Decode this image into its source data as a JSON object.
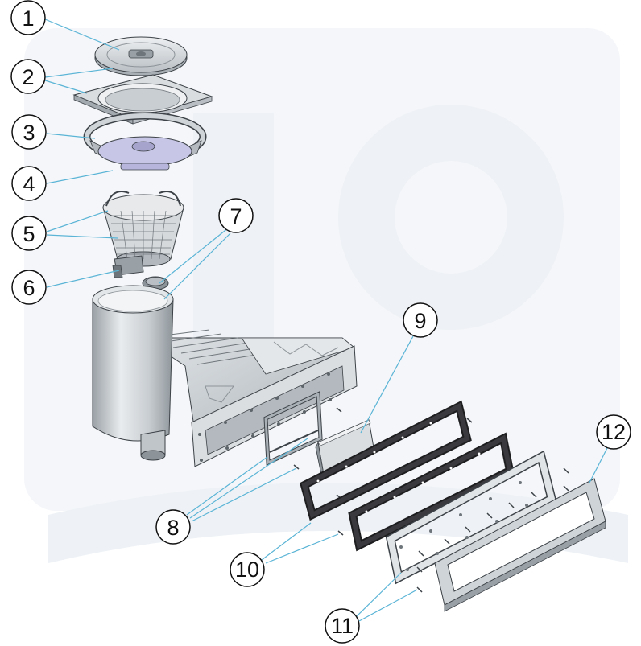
{
  "diagram": {
    "callouts": [
      {
        "id": "c1",
        "label": "1"
      },
      {
        "id": "c2",
        "label": "2"
      },
      {
        "id": "c3",
        "label": "3"
      },
      {
        "id": "c4",
        "label": "4"
      },
      {
        "id": "c5",
        "label": "5"
      },
      {
        "id": "c6",
        "label": "6"
      },
      {
        "id": "c7",
        "label": "7"
      },
      {
        "id": "c8",
        "label": "8"
      },
      {
        "id": "c9",
        "label": "9"
      },
      {
        "id": "c10",
        "label": "10"
      },
      {
        "id": "c11",
        "label": "11"
      },
      {
        "id": "c12",
        "label": "12"
      }
    ]
  },
  "colors": {
    "leader": "#5ab4d6",
    "part_light": "#e6e8ea",
    "part_mid": "#c3c8cc",
    "part_dark": "#8d9499",
    "outline": "#3c4247",
    "gasket": "#1e1e20",
    "watermark": "#f1f4f7"
  }
}
